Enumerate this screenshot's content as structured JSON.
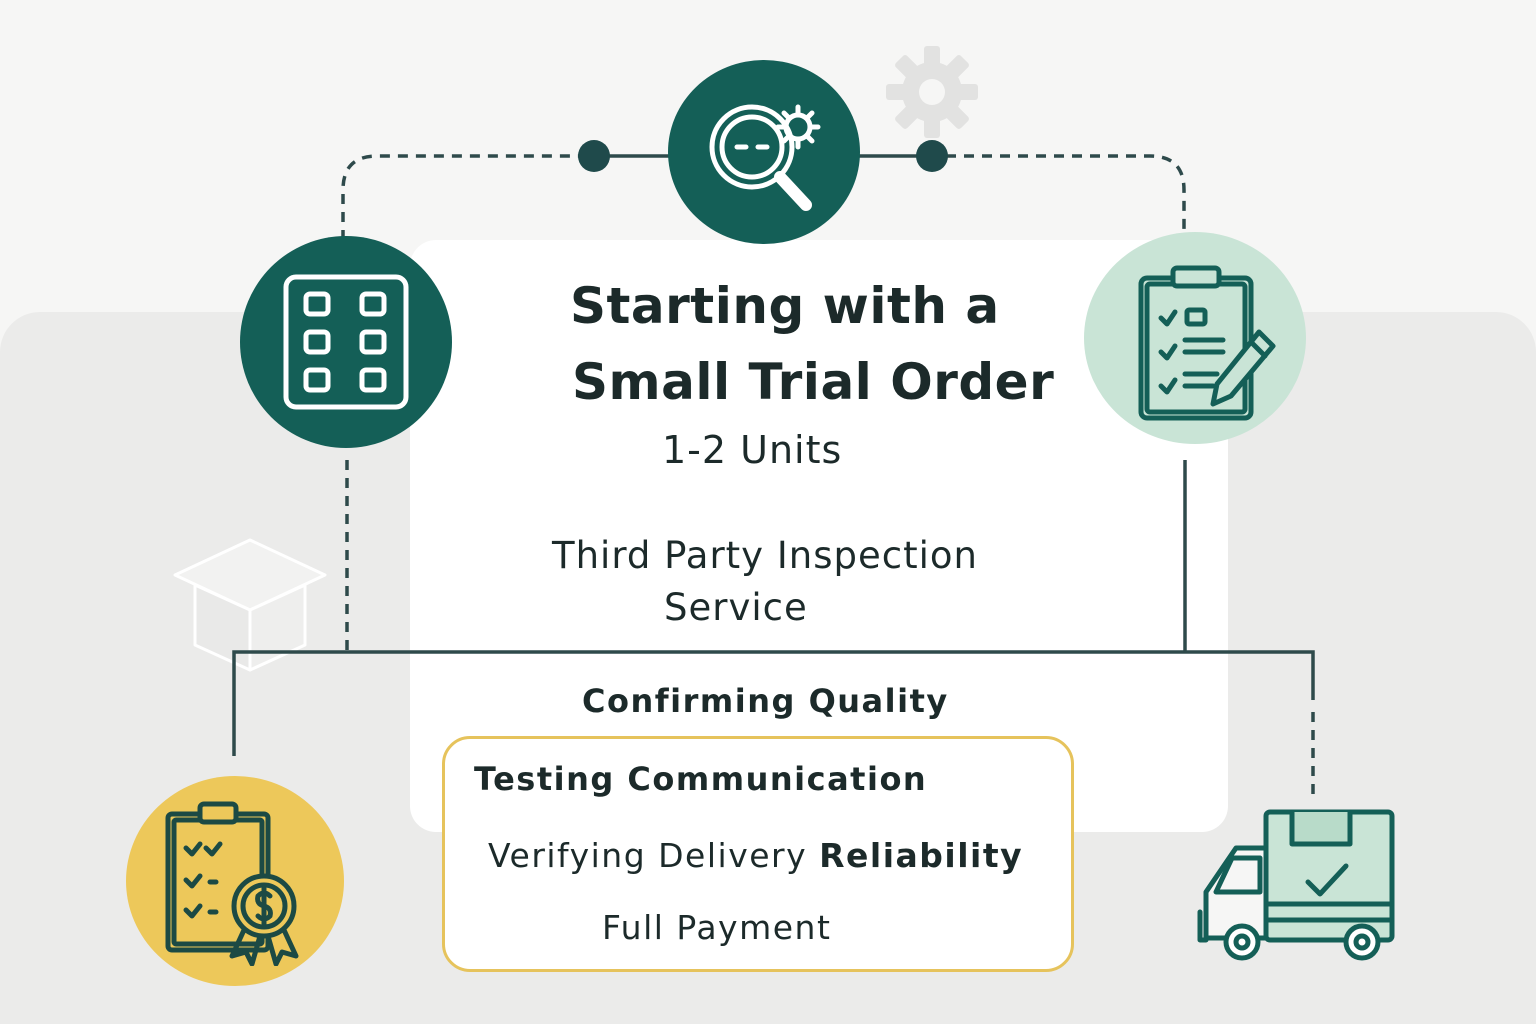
{
  "diagram": {
    "title_line1": "Starting with a",
    "title_line2": "Small Trial Order",
    "units": "1-2 Units",
    "service_line1": "Third Party Inspection",
    "service_line2": "Service",
    "confirming": "Confirming Quality",
    "testing": "Testing Communication",
    "verify_prefix": "Verifying Delivery ",
    "verify_bold": "Reliability",
    "payment": "Full Payment"
  },
  "colors": {
    "teal": "#145f57",
    "mint": "#c9e4d6",
    "yellow": "#edc85a",
    "line": "#2e4a4b",
    "box_border": "#e6c35c"
  },
  "icons": [
    "search-gear-icon",
    "grid-icon",
    "clipboard-pencil-icon",
    "certificate-clipboard-icon",
    "delivery-truck-icon",
    "gear-icon",
    "box-icon"
  ]
}
